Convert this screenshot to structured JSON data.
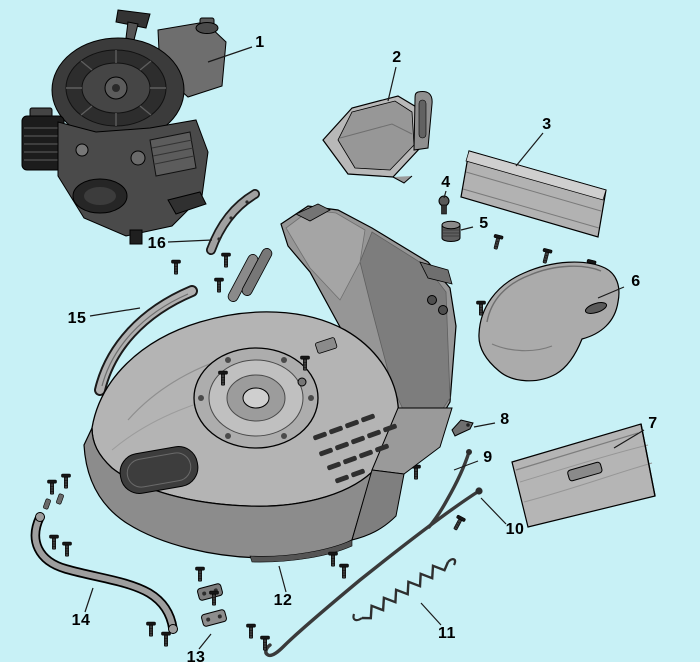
{
  "diagram": {
    "type": "exploded-parts-diagram",
    "colors": {
      "background": "#c8f1f6",
      "ink": "#000000",
      "part_light": "#c0c0c0",
      "part_mid": "#9a9a9a",
      "part_dark": "#3a3a3a"
    },
    "callouts": [
      {
        "label": "1",
        "part": "engine"
      },
      {
        "label": "2",
        "part": "discharge-chute"
      },
      {
        "label": "3",
        "part": "rear-baffle-panel"
      },
      {
        "label": "4",
        "part": "bolt"
      },
      {
        "label": "5",
        "part": "threaded-plug"
      },
      {
        "label": "6",
        "part": "side-cover"
      },
      {
        "label": "7",
        "part": "rear-door-flap"
      },
      {
        "label": "8",
        "part": "small-lever"
      },
      {
        "label": "9",
        "part": "short-link-rod"
      },
      {
        "label": "10",
        "part": "long-control-rod"
      },
      {
        "label": "11",
        "part": "extension-spring"
      },
      {
        "label": "12",
        "part": "mower-deck-housing"
      },
      {
        "label": "13",
        "part": "bracket-hardware"
      },
      {
        "label": "14",
        "part": "curved-support-bracket"
      },
      {
        "label": "15",
        "part": "curved-trim-strip"
      },
      {
        "label": "16",
        "part": "curved-mount-bracket"
      }
    ]
  }
}
